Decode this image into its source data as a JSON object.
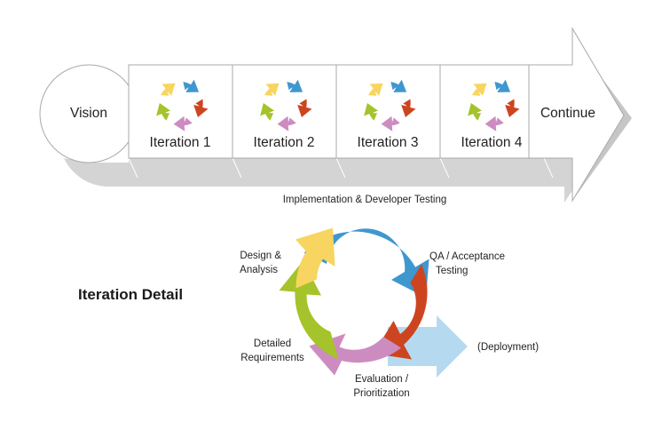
{
  "diagram": {
    "title": "Iteration Detail",
    "banner": {
      "vision_label": "Vision",
      "continue_label": "Continue",
      "iterations": [
        {
          "label": "Iteration 1",
          "icon": "cycle-icon"
        },
        {
          "label": "Iteration 2",
          "icon": "cycle-icon"
        },
        {
          "label": "Iteration 3",
          "icon": "cycle-icon"
        },
        {
          "label": "Iteration 4",
          "icon": "cycle-icon"
        }
      ]
    },
    "cycle": {
      "stages": [
        {
          "id": "implementation",
          "label": "Implementation & Developer Testing",
          "color": "#3f97cf"
        },
        {
          "id": "qa",
          "label_line1": "QA / Acceptance",
          "label_line2": "Testing",
          "color": "#cd4520"
        },
        {
          "id": "evaluation",
          "label_line1": "Evaluation /",
          "label_line2": "Prioritization",
          "color": "#cd8cc0"
        },
        {
          "id": "requirements",
          "label_line1": "Detailed",
          "label_line2": "Requirements",
          "color": "#a5c32a"
        },
        {
          "id": "design",
          "label_line1": "Design &",
          "label_line2": "Analysis",
          "color": "#f7d560"
        }
      ],
      "exit": {
        "id": "deployment",
        "label": "(Deployment)",
        "color": "#b5daf0"
      }
    },
    "colors": {
      "blue": "#3f97cf",
      "red": "#cd4520",
      "pink": "#cd8cc0",
      "green": "#a5c32a",
      "yellow": "#f7d560",
      "light_blue": "#b5daf0",
      "banner_outline": "#a9a9a9",
      "banner_fill": "#ffffff",
      "shadow_gray": "#d4d4d4",
      "shadow_gray_dark": "#c6c6c6"
    }
  }
}
